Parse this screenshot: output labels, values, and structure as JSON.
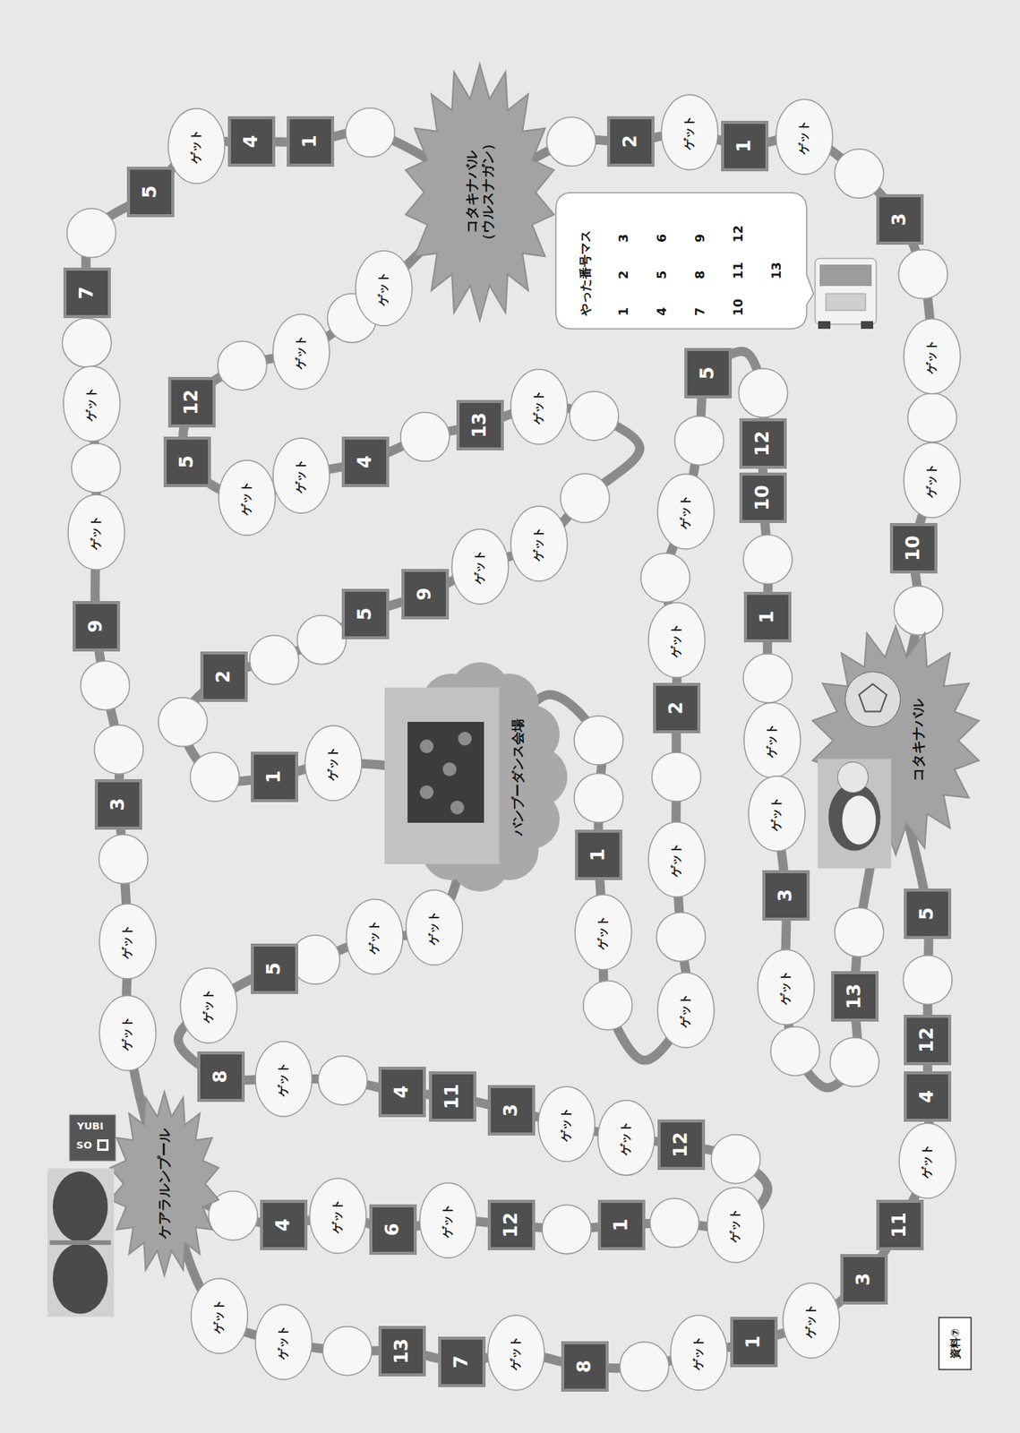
{
  "diagram": {
    "nodes": [
      {
        "text": [
          "コタキナバル",
          "（ウルスナガン）"
        ]
      },
      {
        "text": [
          "1"
        ]
      },
      {
        "text": [
          "4"
        ]
      },
      {
        "text": [
          "ゲット"
        ]
      },
      {
        "text": [
          "5"
        ]
      },
      {
        "text": [
          "7"
        ]
      },
      {
        "text": [
          "ゲット"
        ]
      },
      {
        "text": [
          "ゲット"
        ]
      },
      {
        "text": [
          "9"
        ]
      },
      {
        "text": [
          "3"
        ]
      },
      {
        "text": [
          "ゲット"
        ]
      },
      {
        "text": [
          "ゲット"
        ]
      },
      {
        "text": [
          "ケアラルンプール"
        ]
      },
      {
        "text": [
          "ゲット"
        ]
      },
      {
        "text": [
          "ゲット"
        ]
      },
      {
        "text": [
          "13"
        ]
      },
      {
        "text": [
          "7"
        ]
      },
      {
        "text": [
          "ゲット"
        ]
      },
      {
        "text": [
          "8"
        ]
      },
      {
        "text": [
          "ゲット"
        ]
      },
      {
        "text": [
          "1"
        ]
      },
      {
        "text": [
          "ゲット"
        ]
      },
      {
        "text": [
          "3"
        ]
      },
      {
        "text": [
          "11"
        ]
      },
      {
        "text": [
          "ゲット"
        ]
      },
      {
        "text": [
          "4"
        ]
      },
      {
        "text": [
          "12"
        ]
      },
      {
        "text": [
          "5"
        ]
      },
      {
        "text": [
          "コタキナバル"
        ]
      },
      {
        "text": [
          "10"
        ]
      },
      {
        "text": [
          "ゲット"
        ]
      },
      {
        "text": [
          "ゲット"
        ]
      },
      {
        "text": [
          "3"
        ]
      },
      {
        "text": [
          "ゲット"
        ]
      },
      {
        "text": [
          "1"
        ]
      },
      {
        "text": [
          "ゲット"
        ]
      },
      {
        "text": [
          "2"
        ]
      },
      {
        "text": [
          "ゲット"
        ]
      },
      {
        "text": [
          "ゲット"
        ]
      },
      {
        "text": [
          "12"
        ]
      },
      {
        "text": [
          "5"
        ]
      },
      {
        "text": [
          "ゲット"
        ]
      },
      {
        "text": [
          "ゲット"
        ]
      },
      {
        "text": [
          "4"
        ]
      },
      {
        "text": [
          "13"
        ]
      },
      {
        "text": [
          "ゲット"
        ]
      },
      {
        "text": [
          "ゲット"
        ]
      },
      {
        "text": [
          "ゲット"
        ]
      },
      {
        "text": [
          "9"
        ]
      },
      {
        "text": [
          "5"
        ]
      },
      {
        "text": [
          "2"
        ]
      },
      {
        "text": [
          "1"
        ]
      },
      {
        "text": [
          "ゲット"
        ]
      },
      {
        "text": [
          "バンブーダンス会場"
        ]
      },
      {
        "text": [
          "ゲット"
        ]
      },
      {
        "text": [
          "ゲット"
        ]
      },
      {
        "text": [
          "5"
        ]
      },
      {
        "text": [
          "ゲット"
        ]
      },
      {
        "text": [
          "8"
        ]
      },
      {
        "text": [
          "ゲット"
        ]
      },
      {
        "text": [
          "4"
        ]
      },
      {
        "text": [
          "11"
        ]
      },
      {
        "text": [
          "3"
        ]
      },
      {
        "text": [
          "ゲット"
        ]
      },
      {
        "text": [
          "ゲット"
        ]
      },
      {
        "text": [
          "12"
        ]
      },
      {
        "text": [
          "ゲット"
        ]
      },
      {
        "text": [
          "1"
        ]
      },
      {
        "text": [
          "12"
        ]
      },
      {
        "text": [
          "ゲット"
        ]
      },
      {
        "text": [
          "6"
        ]
      },
      {
        "text": [
          "ゲット"
        ]
      },
      {
        "text": [
          "4"
        ]
      },
      {
        "text": [
          "1"
        ]
      },
      {
        "text": [
          "ゲット"
        ]
      },
      {
        "text": [
          "ゲット"
        ]
      },
      {
        "text": [
          "ゲット"
        ]
      },
      {
        "text": [
          "2"
        ]
      },
      {
        "text": [
          "ゲット"
        ]
      },
      {
        "text": [
          "ゲット"
        ]
      },
      {
        "text": [
          "5"
        ]
      },
      {
        "text": [
          "12"
        ]
      },
      {
        "text": [
          "10"
        ]
      },
      {
        "text": [
          "1"
        ]
      },
      {
        "text": [
          "ゲット"
        ]
      },
      {
        "text": [
          "ゲット"
        ]
      },
      {
        "text": [
          "3"
        ]
      },
      {
        "text": [
          "ゲット"
        ]
      },
      {
        "text": [
          "13"
        ]
      },
      {
        "text": [
          "やった番号マス",
          "1",
          "2",
          "3",
          "4",
          "5",
          "6",
          "7",
          "8",
          "9",
          "10",
          "11",
          "12",
          "13"
        ]
      },
      {
        "text": [
          "資料⑦"
        ]
      }
    ],
    "labels": [
      "YUBI",
      "SO"
    ]
  }
}
